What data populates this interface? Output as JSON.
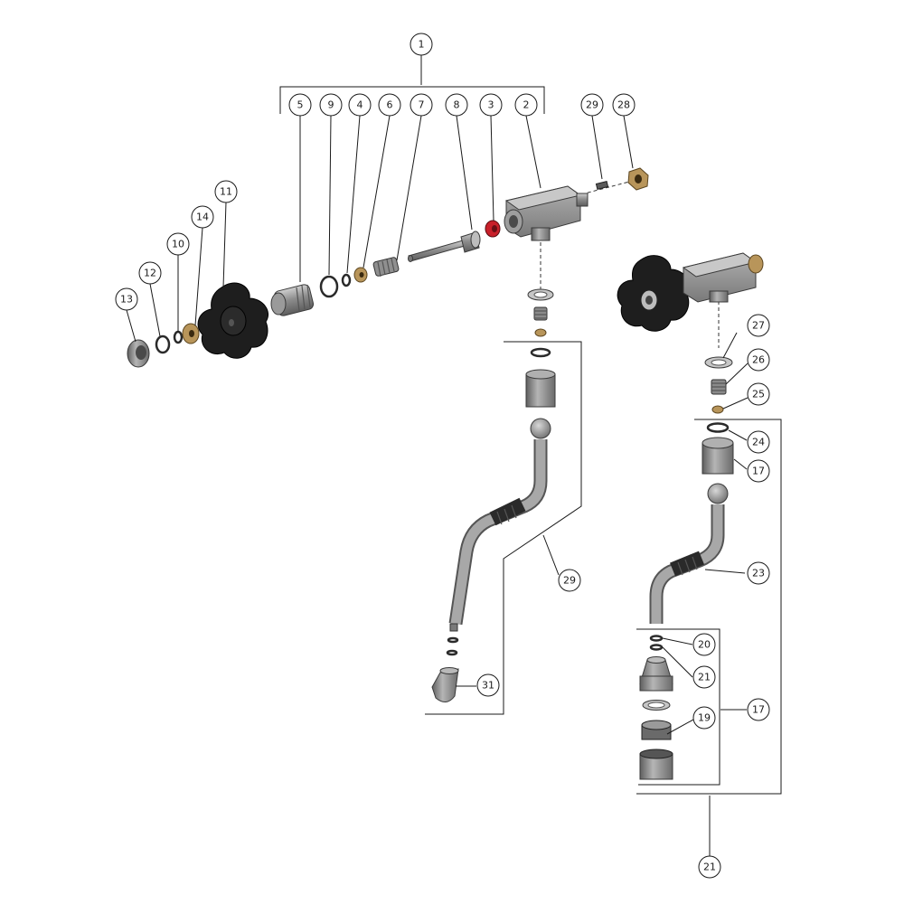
{
  "callouts": [
    {
      "id": "c1",
      "label": "1"
    },
    {
      "id": "c2",
      "label": "2"
    },
    {
      "id": "c3",
      "label": "3"
    },
    {
      "id": "c4",
      "label": "4"
    },
    {
      "id": "c5",
      "label": "5"
    },
    {
      "id": "c6",
      "label": "6"
    },
    {
      "id": "c7",
      "label": "7"
    },
    {
      "id": "c8",
      "label": "8"
    },
    {
      "id": "c9",
      "label": "9"
    },
    {
      "id": "c10",
      "label": "10"
    },
    {
      "id": "c11",
      "label": "11"
    },
    {
      "id": "c12",
      "label": "12"
    },
    {
      "id": "c13",
      "label": "13"
    },
    {
      "id": "c14",
      "label": "14"
    },
    {
      "id": "c28",
      "label": "28"
    },
    {
      "id": "c29a",
      "label": "29"
    },
    {
      "id": "c29b",
      "label": "29"
    },
    {
      "id": "c31",
      "label": "31"
    },
    {
      "id": "c27",
      "label": "27"
    },
    {
      "id": "c26",
      "label": "26"
    },
    {
      "id": "c25",
      "label": "25"
    },
    {
      "id": "c24",
      "label": "24"
    },
    {
      "id": "c17a",
      "label": "17"
    },
    {
      "id": "c23",
      "label": "23"
    },
    {
      "id": "c20",
      "label": "20"
    },
    {
      "id": "c21a",
      "label": "21"
    },
    {
      "id": "c17b",
      "label": "17"
    },
    {
      "id": "c19",
      "label": "19"
    },
    {
      "id": "c21b",
      "label": "21"
    }
  ],
  "colors": {
    "knob": "#1e1e1e",
    "steel": "#8a8a8a",
    "brass": "#b8955a",
    "seal_red": "#c8202a"
  }
}
